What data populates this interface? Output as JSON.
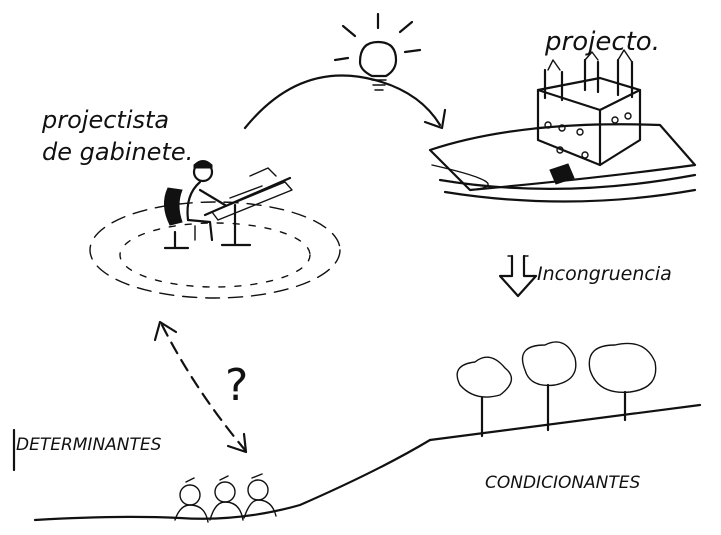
{
  "labels": {
    "designer": [
      "projectista",
      "de gabinete."
    ],
    "project": "projecto.",
    "incongruence": "Incongruencia",
    "question": "?",
    "determinants": "DETERMINANTES",
    "conditions": "CONDICIONANTES"
  },
  "icons": [
    "lightbulb-icon",
    "curved-arrow-icon",
    "down-arrow-icon",
    "dashed-double-arrow-icon"
  ]
}
